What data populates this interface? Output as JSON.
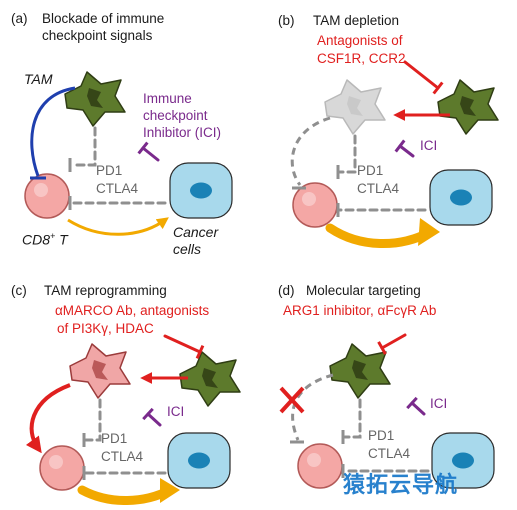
{
  "panels": [
    {
      "id": "a",
      "tag": "(a)",
      "title": [
        "Blockade of immune",
        "checkpoint signals"
      ],
      "intervention": [],
      "labels": {
        "tam": "TAM",
        "ici": [
          "Immune",
          "checkpoint",
          "Inhibitor (ICI)"
        ],
        "pd1": "PD1",
        "ctla4": "CTLA4",
        "cd8": "CD8",
        "cd8_sup": "+",
        "cd8_suffix": " T",
        "cancer": [
          "Cancer",
          "cells"
        ]
      }
    },
    {
      "id": "b",
      "tag": "(b)",
      "title": [
        "TAM depletion"
      ],
      "intervention": [
        "Antagonists of",
        "CSF1R, CCR2"
      ],
      "labels": {
        "ici": [
          "ICI"
        ],
        "pd1": "PD1",
        "ctla4": "CTLA4"
      }
    },
    {
      "id": "c",
      "tag": "(c)",
      "title": [
        "TAM reprogramming"
      ],
      "intervention": [
        "αMARCO Ab, antagonists",
        "of PI3Kγ, HDAC"
      ],
      "labels": {
        "ici": [
          "ICI"
        ],
        "pd1": "PD1",
        "ctla4": "CTLA4"
      }
    },
    {
      "id": "d",
      "tag": "(d)",
      "title": [
        "Molecular targeting"
      ],
      "intervention": [
        "ARG1 inhibitor, αFcγR Ab"
      ],
      "labels": {
        "ici": [
          "ICI"
        ],
        "pd1": "PD1",
        "ctla4": "CTLA4"
      }
    }
  ],
  "watermark": "猿拓云导航",
  "colors": {
    "text": "#1a1a1a",
    "intervention_red": "#e0201f",
    "ici_purple": "#7a2a8c",
    "tam_blue_arrow": "#1f3fae",
    "tam_green": "#5d7a2c",
    "tam_depleted": "#d8d8d8",
    "tam_reprogrammed": "#f0a6a6",
    "cd8_cell": "#f4a7a5",
    "cancer_cell": "#a8d9ec",
    "cancer_nucleus": "#1a82b6",
    "kill_arrow": "#f2a900",
    "dashed_gray": "#8f8f8f",
    "watermark_blue": "#1677c9"
  }
}
